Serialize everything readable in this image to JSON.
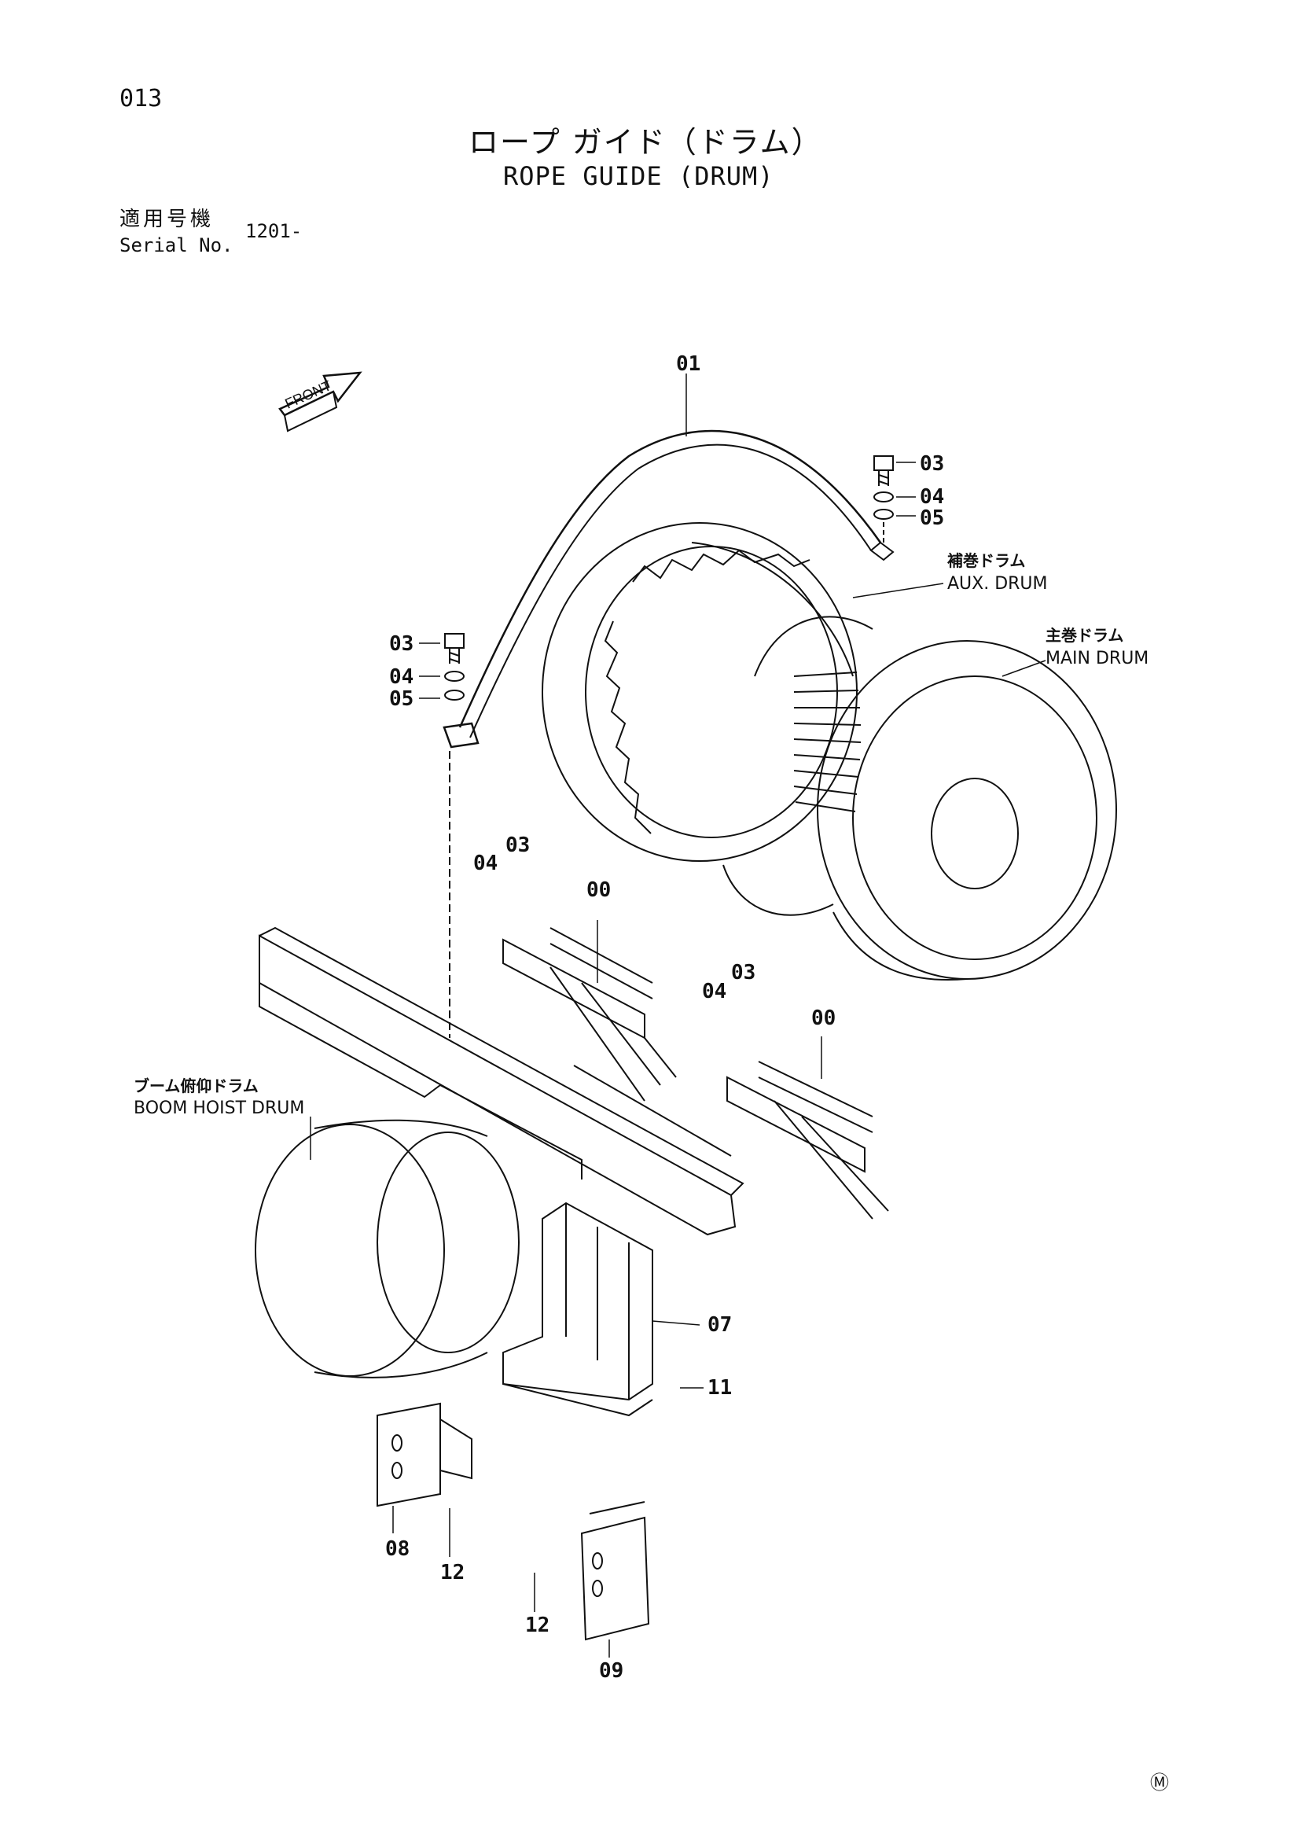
{
  "header": {
    "page_no": "013",
    "title_ja": "ロープ ガイド（ドラム）",
    "title_en": "ROPE GUIDE (DRUM)"
  },
  "serial": {
    "label_ja": "適用号機",
    "label_en": "Serial No.",
    "value": "1201-"
  },
  "diagram": {
    "front_label": "FRONT",
    "callouts": [
      {
        "id": "c-01",
        "text": "01"
      },
      {
        "id": "c-03a",
        "text": "03"
      },
      {
        "id": "c-04a",
        "text": "04"
      },
      {
        "id": "c-05a",
        "text": "05"
      },
      {
        "id": "c-03b",
        "text": "03"
      },
      {
        "id": "c-04b",
        "text": "04"
      },
      {
        "id": "c-05b",
        "text": "05"
      },
      {
        "id": "c-03c",
        "text": "03"
      },
      {
        "id": "c-04c",
        "text": "04"
      },
      {
        "id": "c-00a",
        "text": "00"
      },
      {
        "id": "c-03d",
        "text": "03"
      },
      {
        "id": "c-04d",
        "text": "04"
      },
      {
        "id": "c-00b",
        "text": "00"
      },
      {
        "id": "c-07",
        "text": "07"
      },
      {
        "id": "c-11",
        "text": "11"
      },
      {
        "id": "c-08",
        "text": "08"
      },
      {
        "id": "c-12a",
        "text": "12"
      },
      {
        "id": "c-12b",
        "text": "12"
      },
      {
        "id": "c-09",
        "text": "09"
      }
    ],
    "references": {
      "aux_ja": "補巻ドラム",
      "aux_en": "AUX. DRUM",
      "main_ja": "主巻ドラム",
      "main_en": "MAIN DRUM",
      "boom_ja": "ブーム俯仰ドラム",
      "boom_en": "BOOM HOIST DRUM"
    }
  },
  "footer": {
    "marker": "Ⓜ"
  }
}
